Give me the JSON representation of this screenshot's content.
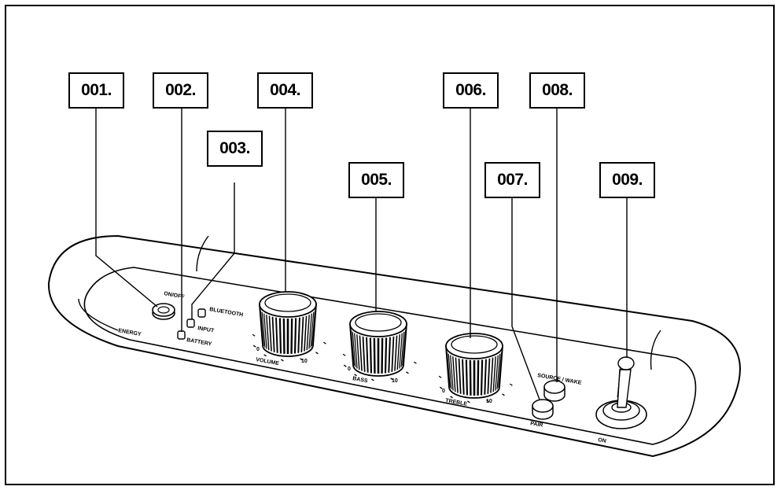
{
  "callouts": [
    {
      "id": "001",
      "label": "001."
    },
    {
      "id": "002",
      "label": "002."
    },
    {
      "id": "003",
      "label": "003."
    },
    {
      "id": "004",
      "label": "004."
    },
    {
      "id": "005",
      "label": "005."
    },
    {
      "id": "006",
      "label": "006."
    },
    {
      "id": "007",
      "label": "007."
    },
    {
      "id": "008",
      "label": "008."
    },
    {
      "id": "009",
      "label": "009."
    }
  ],
  "panel_labels": {
    "power": "ON/OFF",
    "bluetooth": "BLUETOOTH",
    "input": "INPUT",
    "battery": "BATTERY",
    "volume": "VOLUME",
    "bass": "BASS",
    "treble": "TREBLE",
    "pair": "PAIR",
    "source_wake": "SOURCE / WAKE",
    "on": "ON",
    "left_edge": "ENERGY"
  },
  "knob_scale": {
    "min": "0",
    "max": "10"
  }
}
